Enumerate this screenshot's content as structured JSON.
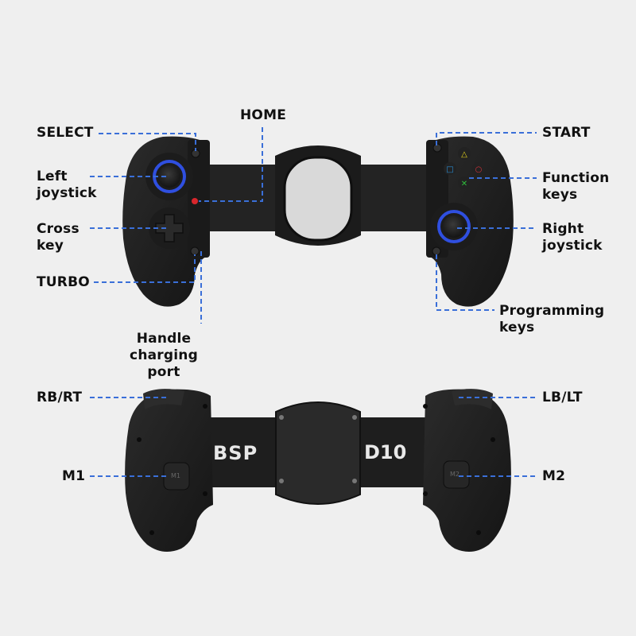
{
  "front_view": {
    "labels": {
      "select": "SELECT",
      "home": "HOME",
      "start": "START",
      "left_joystick": [
        "Left",
        "joystick"
      ],
      "function_keys": [
        "Function",
        "keys"
      ],
      "cross_key": [
        "Cross",
        "key"
      ],
      "right_joystick": [
        "Right",
        "joystick"
      ],
      "turbo": "TURBO",
      "programming_keys": [
        "Programming",
        "keys"
      ],
      "handle_charging_port": [
        "Handle",
        "charging port"
      ]
    },
    "face_buttons": [
      {
        "name": "triangle",
        "glyph": "△",
        "color": "#e3d21c"
      },
      {
        "name": "square",
        "glyph": "□",
        "color": "#2a8fd6"
      },
      {
        "name": "circle",
        "glyph": "○",
        "color": "#d9323a"
      },
      {
        "name": "cross",
        "glyph": "✕",
        "color": "#2fbf3c"
      }
    ]
  },
  "back_view": {
    "labels": {
      "rb_rt": "RB/RT",
      "lb_lt": "LB/LT",
      "m1": "M1",
      "m2": "M2"
    },
    "brand_logo": "BSP",
    "model": "D10",
    "button_marks": {
      "m1": "M1",
      "m2": "M2"
    }
  },
  "colors": {
    "background": "#efefef",
    "leader_line": "#3a6fd8",
    "controller_body": "#1f1f1f",
    "joystick_ring": "#2f4fe0",
    "home_button": "#d8262c"
  }
}
